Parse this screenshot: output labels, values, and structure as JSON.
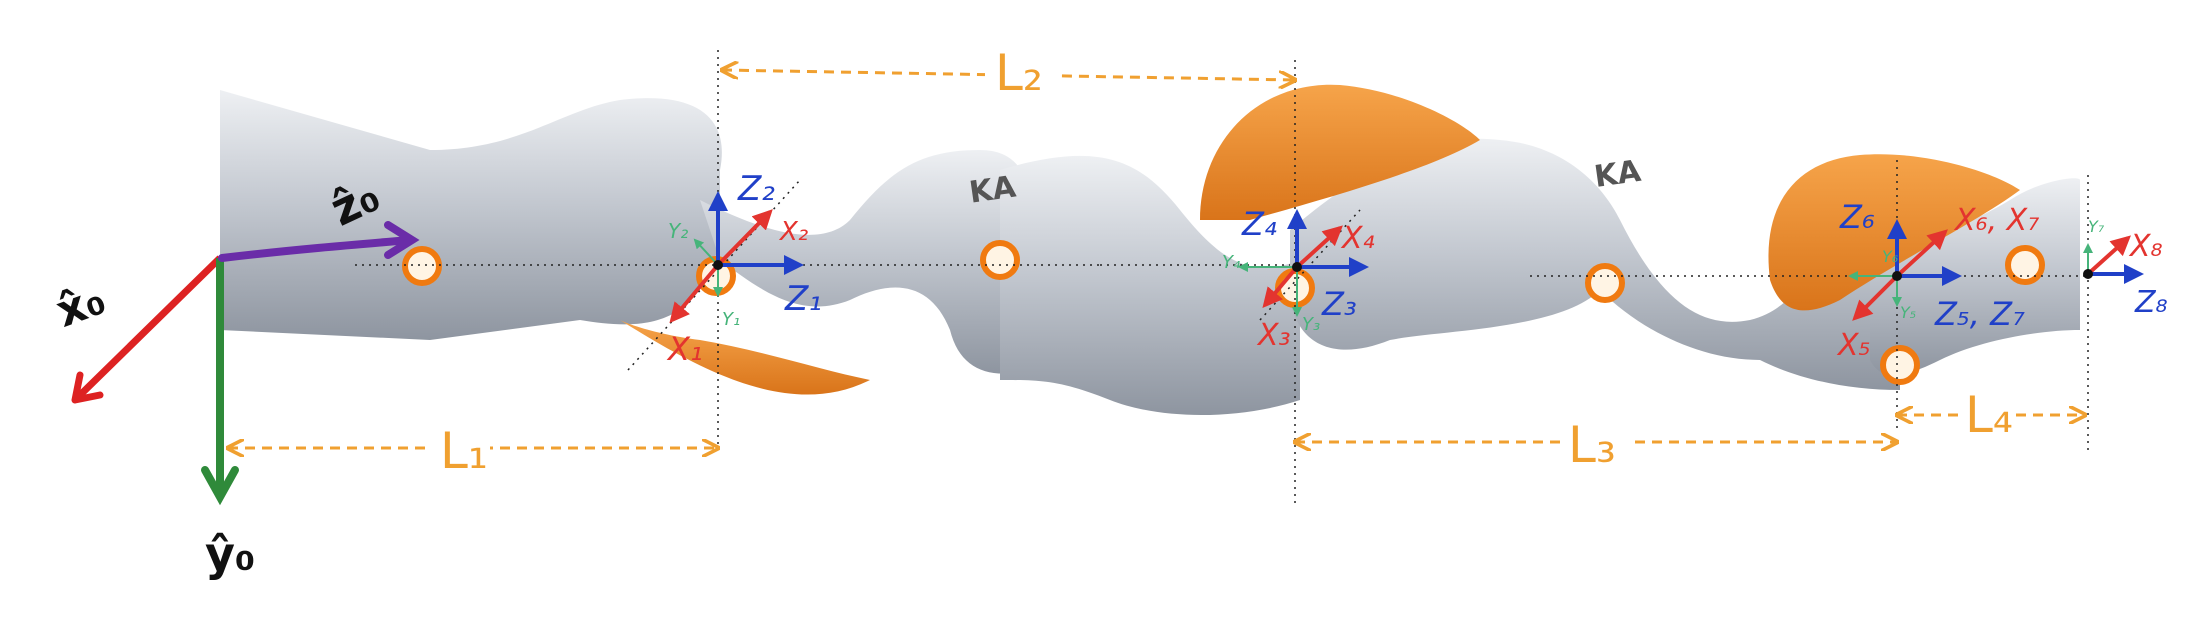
{
  "colors": {
    "robot_gray": "#c9ced6",
    "robot_orange": "#ef8a1f",
    "dimension": "#f0a030",
    "axis_x": "#e3342f",
    "axis_y": "#46b47a",
    "axis_z": "#2040c8",
    "base_x": "#d22",
    "base_y": "#2f8a3a",
    "base_z": "#6a2ca8"
  },
  "base_frame": {
    "x0": "x̂₀",
    "y0": "ŷ₀",
    "z0": "ẑ₀"
  },
  "dimensions": {
    "L1": "L₁",
    "L2": "L₂",
    "L3": "L₃",
    "L4": "L₄"
  },
  "frames": {
    "f12": {
      "z2": "Z₂",
      "x2": "X₂",
      "y2": "Y₂",
      "z1": "Z₁",
      "x1": "X₁",
      "y1": "Y₁"
    },
    "f34": {
      "z4": "Z₄",
      "x4": "X₄",
      "y4": "Y₄",
      "z3": "Z₃",
      "x3": "X₃",
      "y3": "Y₃"
    },
    "f567": {
      "z6": "Z₆",
      "x67": "X₆, X₇",
      "y6": "Y₆",
      "y5": "Y₅",
      "x5": "X₅",
      "z57": "Z₅, Z₇"
    },
    "f8": {
      "x8": "X₈",
      "y7": "Y₇",
      "z8": "Z₈"
    }
  },
  "robot_text": {
    "brand1": "KA",
    "brand2": "KA"
  }
}
